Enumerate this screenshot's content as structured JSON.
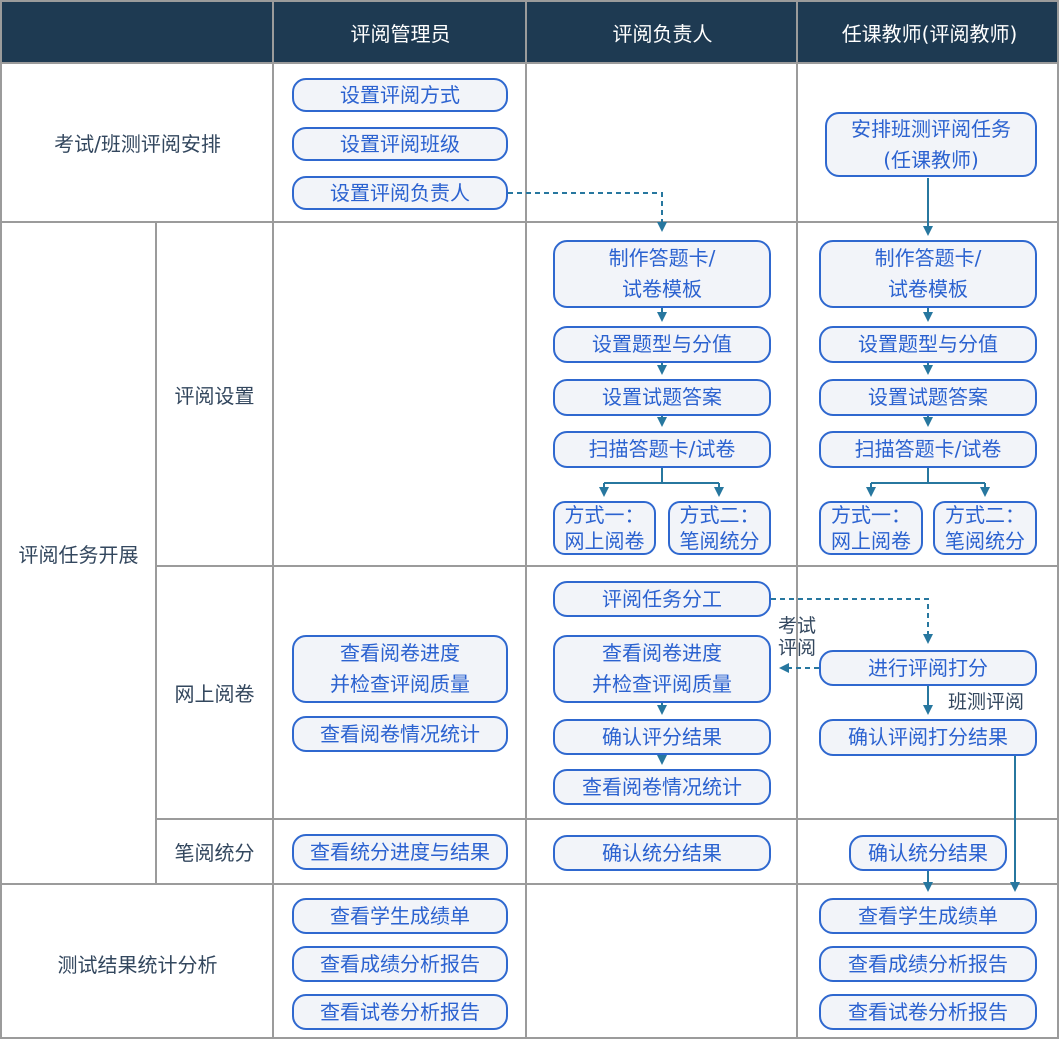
{
  "colors": {
    "header_bg": "#1e3a52",
    "header_text": "#ffffff",
    "grid_line": "#9b9b9b",
    "box_border": "#2f68cf",
    "box_fill": "#f2f4f9",
    "box_text": "#2b62d0",
    "arrow": "#27779f",
    "label_text": "#33475e"
  },
  "header": {
    "role_admin": "评阅管理员",
    "role_leader": "评阅负责人",
    "role_teacher": "任课教师(评阅教师)"
  },
  "row_labels": {
    "exam_arrangement": "考试/班测评阅安排",
    "task_execution": "评阅任务开展",
    "review_setup": "评阅设置",
    "online_marking": "网上阅卷",
    "paper_scoring": "笔阅统分",
    "result_analysis": "测试结果统计分析"
  },
  "annotations": {
    "exam_review": "考试\n评阅",
    "class_test_review": "班测评阅"
  },
  "nodes": {
    "a1": {
      "label": "设置评阅方式"
    },
    "a2": {
      "label": "设置评阅班级"
    },
    "a3": {
      "label": "设置评阅负责人"
    },
    "a4": {
      "label": "查看阅卷进度\n并检查评阅质量"
    },
    "a5": {
      "label": "查看阅卷情况统计"
    },
    "a6": {
      "label": "查看统分进度与结果"
    },
    "a7": {
      "label": "查看学生成绩单"
    },
    "a8": {
      "label": "查看成绩分析报告"
    },
    "a9": {
      "label": "查看试卷分析报告"
    },
    "l1": {
      "label": "制作答题卡/\n试卷模板"
    },
    "l2": {
      "label": "设置题型与分值"
    },
    "l3": {
      "label": "设置试题答案"
    },
    "l4": {
      "label": "扫描答题卡/试卷"
    },
    "l5": {
      "label": "方式一：\n网上阅卷"
    },
    "l6": {
      "label": "方式二：\n笔阅统分"
    },
    "l7": {
      "label": "评阅任务分工"
    },
    "l8": {
      "label": "查看阅卷进度\n并检查评阅质量"
    },
    "l9": {
      "label": "确认评分结果"
    },
    "l10": {
      "label": "查看阅卷情况统计"
    },
    "l11": {
      "label": "确认统分结果"
    },
    "t1": {
      "label": "安排班测评阅任务\n(任课教师)"
    },
    "t2": {
      "label": "制作答题卡/\n试卷模板"
    },
    "t3": {
      "label": "设置题型与分值"
    },
    "t4": {
      "label": "设置试题答案"
    },
    "t5": {
      "label": "扫描答题卡/试卷"
    },
    "t6": {
      "label": "方式一：\n网上阅卷"
    },
    "t7": {
      "label": "方式二：\n笔阅统分"
    },
    "t8": {
      "label": "进行评阅打分"
    },
    "t9": {
      "label": "确认评阅打分结果"
    },
    "t10": {
      "label": "确认统分结果"
    },
    "t11": {
      "label": "查看学生成绩单"
    },
    "t12": {
      "label": "查看成绩分析报告"
    },
    "t13": {
      "label": "查看试卷分析报告"
    }
  }
}
